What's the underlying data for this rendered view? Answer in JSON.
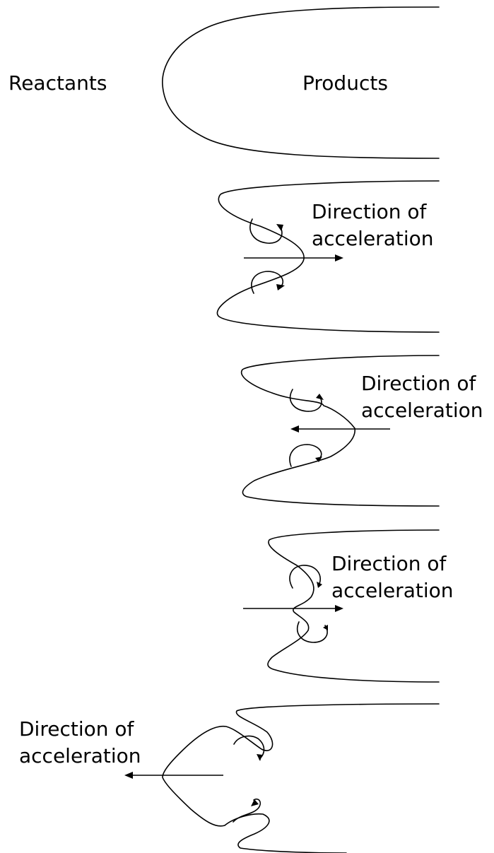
{
  "panel1": {
    "left_label": "Reactants",
    "right_label": "Products"
  },
  "panel2": {
    "label_line1": "Direction of",
    "label_line2": "acceleration"
  },
  "panel3": {
    "label_line1": "Direction of",
    "label_line2": "acceleration"
  },
  "panel4": {
    "label_line1": "Direction of",
    "label_line2": "acceleration"
  },
  "panel5": {
    "label_line1": "Direction of",
    "label_line2": "acceleration"
  }
}
